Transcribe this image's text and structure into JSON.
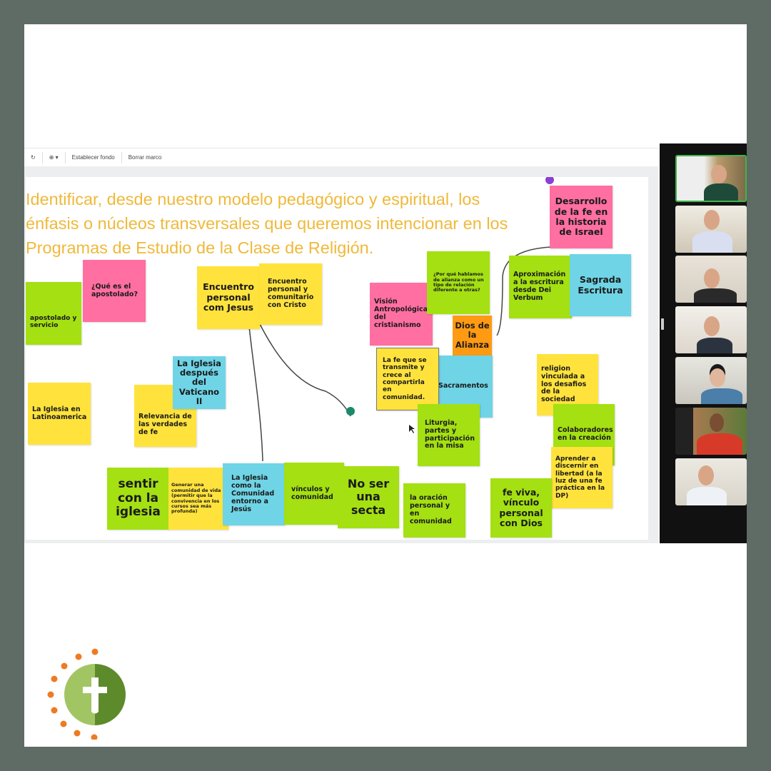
{
  "toolbar": {
    "zoom_label": "⊕",
    "set_background": "Establecer fondo",
    "clear_frame": "Borrar marco"
  },
  "board": {
    "title": "Identificar, desde nuestro modelo pedagógico y espiritual, los\nénfasis o núcleos transversales que queremos intencionar en los\nProgramas de Estudio de la Clase de Religión.",
    "notes": [
      "apostolado y servicio",
      "¿Qué es el apostolado?",
      "Encuentro personal com Jesus",
      "Encuentro personal y comunitario con Cristo",
      "Visión Antropológica del cristianismo",
      "¿Por qué hablamos de alianza como un tipo de relación diferente a otras?",
      "Dios de la Alianza",
      "Desarrollo de la fe en la historia de Israel",
      "Aproximación a la escritura desde Dei Verbum",
      "Sagrada Escritura",
      "Sacramentos",
      "La fe que se transmite y crece al compartirla en comunidad.",
      "religion vinculada a los desafios de la sociedad",
      "Colaboradores en la creación",
      "Aprender a discernir en libertad (a la luz de una fe práctica en la DP)",
      "Liturgia, partes y participación en la misa",
      "La Iglesia en Latinoamerica",
      "Relevancia de las verdades de fe",
      "La Iglesia después del Vaticano II",
      "sentir con la iglesia",
      "Generar una comunidad de vida (permitir que la convivencia en los cursos sea más profunda)",
      "La Iglesia como la Comunidad entorno a Jesús",
      "vínculos y comunidad",
      "No ser una secta",
      "la oración personal y en comunidad",
      "fe viva, vínculo personal con Dios"
    ]
  },
  "participants": {
    "count": 7,
    "active_speaker_color": "#3fb54a"
  },
  "colors": {
    "green": "#a4e012",
    "yellow": "#ffe33c",
    "pink": "#ff6fa1",
    "blue": "#6fd4e6",
    "orange": "#ff9a12",
    "title": "#efb93a",
    "frame": "#5f6b65"
  }
}
